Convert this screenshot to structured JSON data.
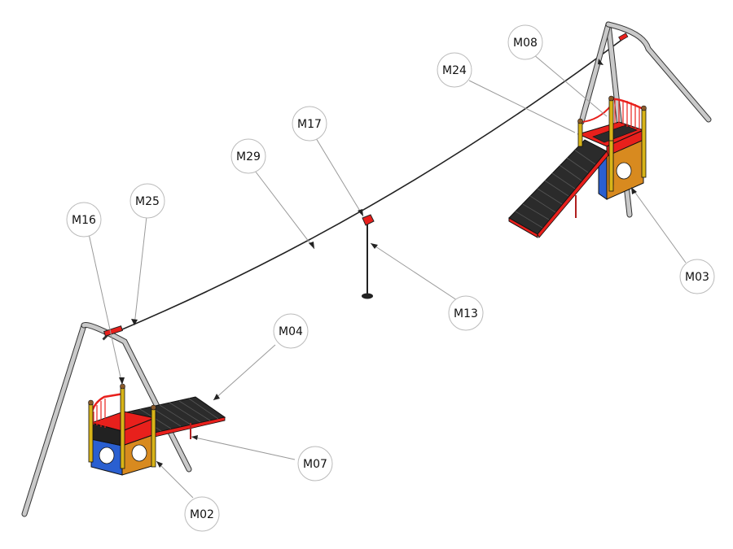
{
  "labels": {
    "m02": "M02",
    "m03": "M03",
    "m04": "M04",
    "m07": "M07",
    "m08": "M08",
    "m13": "M13",
    "m16": "M16",
    "m17": "M17",
    "m24": "M24",
    "m25": "M25",
    "m29": "M29"
  },
  "colors": {
    "pole": "#c9c9c9",
    "deck_red": "#e8201c",
    "panel_orange": "#d88a1f",
    "panel_blue": "#2a5fd0",
    "ramp_black": "#2b2b2b",
    "post_yellow": "#d8b418",
    "cable": "#222222"
  }
}
